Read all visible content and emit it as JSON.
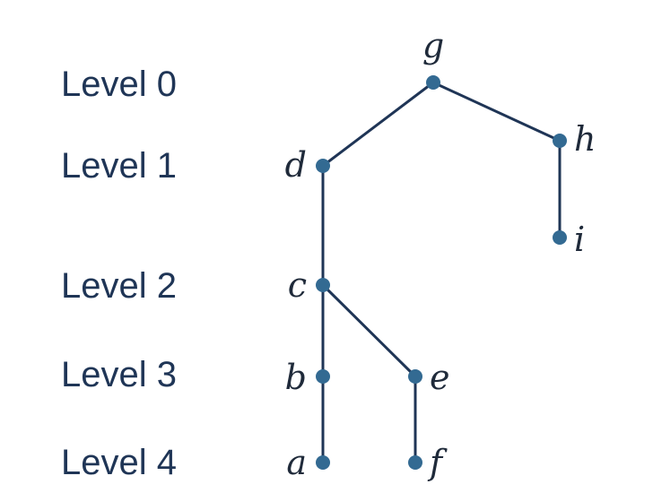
{
  "levels": [
    {
      "label": "Level 0"
    },
    {
      "label": "Level 1"
    },
    {
      "label": "Level 2"
    },
    {
      "label": "Level 3"
    },
    {
      "label": "Level 4"
    }
  ],
  "nodes": [
    {
      "id": "g",
      "label": "g",
      "level": 0
    },
    {
      "id": "d",
      "label": "d",
      "level": 1
    },
    {
      "id": "h",
      "label": "h",
      "level": 1
    },
    {
      "id": "i",
      "label": "i",
      "level": 2
    },
    {
      "id": "c",
      "label": "c",
      "level": 2
    },
    {
      "id": "b",
      "label": "b",
      "level": 3
    },
    {
      "id": "e",
      "label": "e",
      "level": 3
    },
    {
      "id": "a",
      "label": "a",
      "level": 4
    },
    {
      "id": "f",
      "label": "f",
      "level": 4
    }
  ],
  "edges": [
    {
      "from": "g",
      "to": "d"
    },
    {
      "from": "g",
      "to": "h"
    },
    {
      "from": "h",
      "to": "i"
    },
    {
      "from": "d",
      "to": "c"
    },
    {
      "from": "c",
      "to": "b"
    },
    {
      "from": "c",
      "to": "e"
    },
    {
      "from": "b",
      "to": "a"
    },
    {
      "from": "e",
      "to": "f"
    }
  ],
  "colors": {
    "text": "#1f3556",
    "edge": "#1f3556",
    "node": "#336a92"
  }
}
